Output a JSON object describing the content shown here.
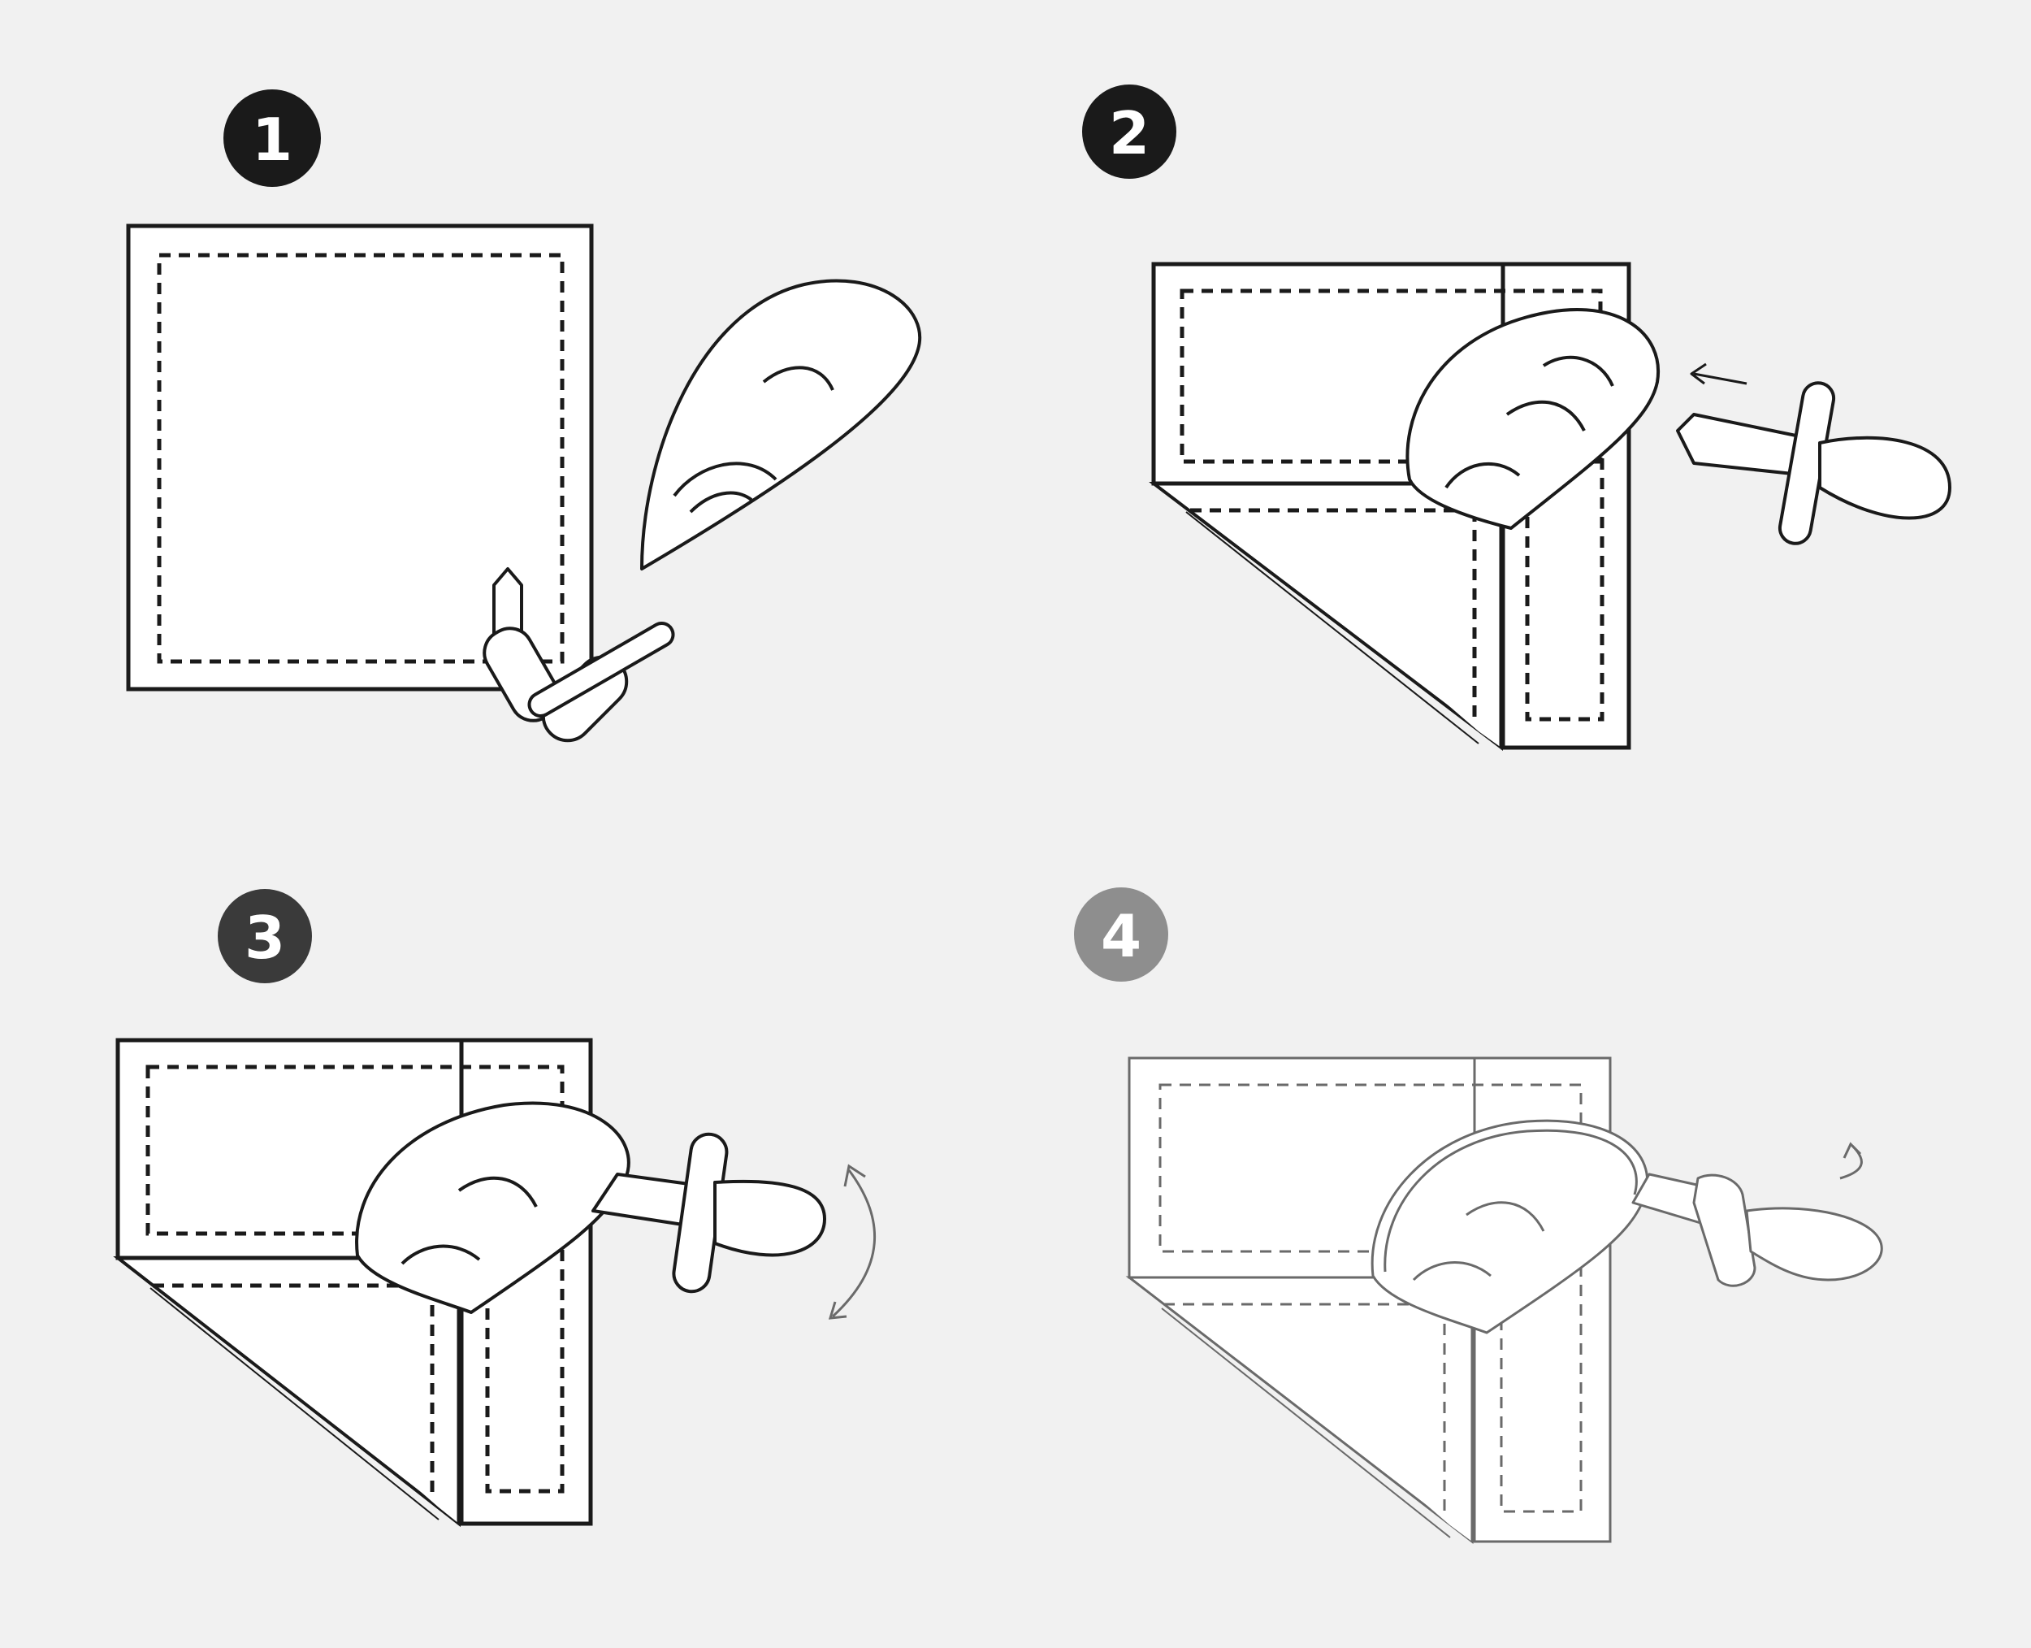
{
  "colors": {
    "background": "#f1f1f1",
    "ink": "#1a1a1a",
    "ink_faded": "#6a6a6a",
    "paper": "#ffffff",
    "badge_dark": "#1a1a1a",
    "badge_mid": "#3a3a3a",
    "badge_light": "#8e8e8e",
    "badge_text": "#ffffff"
  },
  "steps": [
    {
      "number": "1",
      "icon": "pacifier-icon"
    },
    {
      "number": "2",
      "icon": "pacifier-icon"
    },
    {
      "number": "3",
      "icon": "pacifier-icon"
    },
    {
      "number": "4",
      "icon": "pacifier-icon"
    }
  ]
}
